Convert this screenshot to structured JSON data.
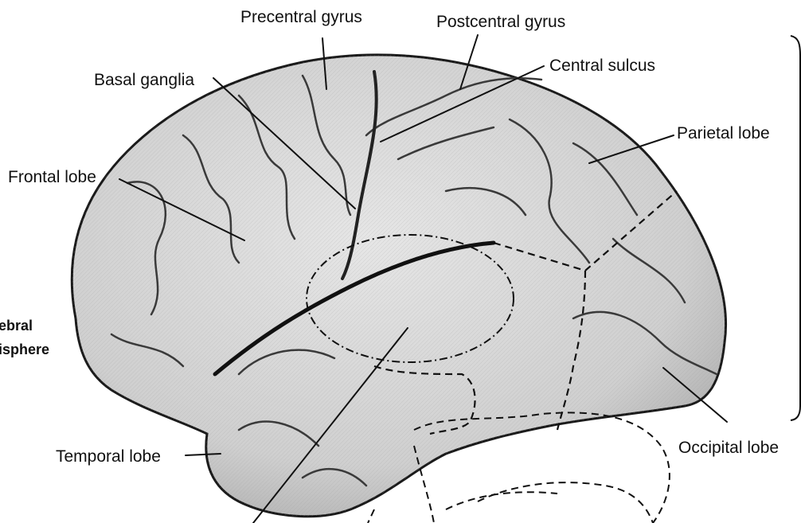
{
  "labels": {
    "precentral_gyrus": "Precentral gyrus",
    "postcentral_gyrus": "Postcentral gyrus",
    "central_sulcus": "Central sulcus",
    "basal_ganglia": "Basal ganglia",
    "parietal_lobe": "Parietal lobe",
    "frontal_lobe": "Frontal lobe",
    "temporal_lobe": "Temporal lobe",
    "occipital_lobe": "Occipital lobe"
  },
  "side_caption": {
    "line1": "ebral",
    "line2": "isphere"
  },
  "colors": {
    "brain_fill": "#d9d9d9",
    "outline": "#1a1a1a",
    "leader_line": "#111111",
    "background": "#ffffff"
  }
}
